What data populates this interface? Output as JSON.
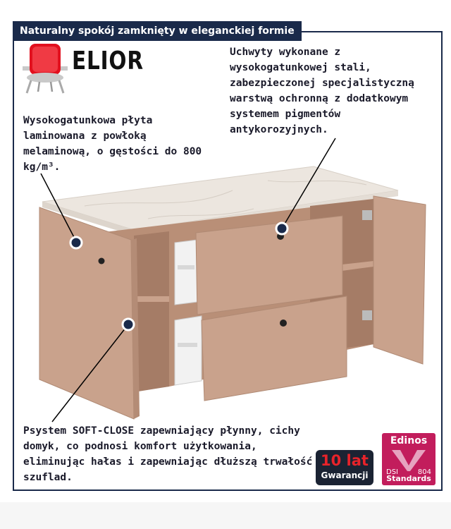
{
  "header": {
    "tagline": "Naturalny spokój zamknięty w eleganckiej formie"
  },
  "brand": {
    "name": "ELIOR"
  },
  "annotations": {
    "handles": "Uchwyty wykonane z wysokogatunkowej stali, zabezpieczonej specjalistyczną warstwą ochronną z dodatkowym systemem pigmentów antykorozyjnych.",
    "board": "Wysokogatunkowa płyta laminowana z powłoką melaminową, o gęstości do 800 kg/m³.",
    "softclose": "Psystem SOFT-CLOSE zapewniający płynny, cichy domyk, co podnosi komfort użytkowania, eliminując hałas i zapewniając dłuższą trwałość szuflad."
  },
  "badges": {
    "warranty_top": "10 lat",
    "warranty_bottom": "Gwarancji",
    "edinos_title": "Edinos",
    "edinos_dsi": "DSI",
    "edinos_num": "804",
    "edinos_std": "Standards"
  },
  "colors": {
    "navy": "#1a2a4a",
    "cabinet": "#c9a28c",
    "marble": "#ece6df",
    "edinos": "#c21d5c",
    "warranty_red": "#e8232a"
  }
}
